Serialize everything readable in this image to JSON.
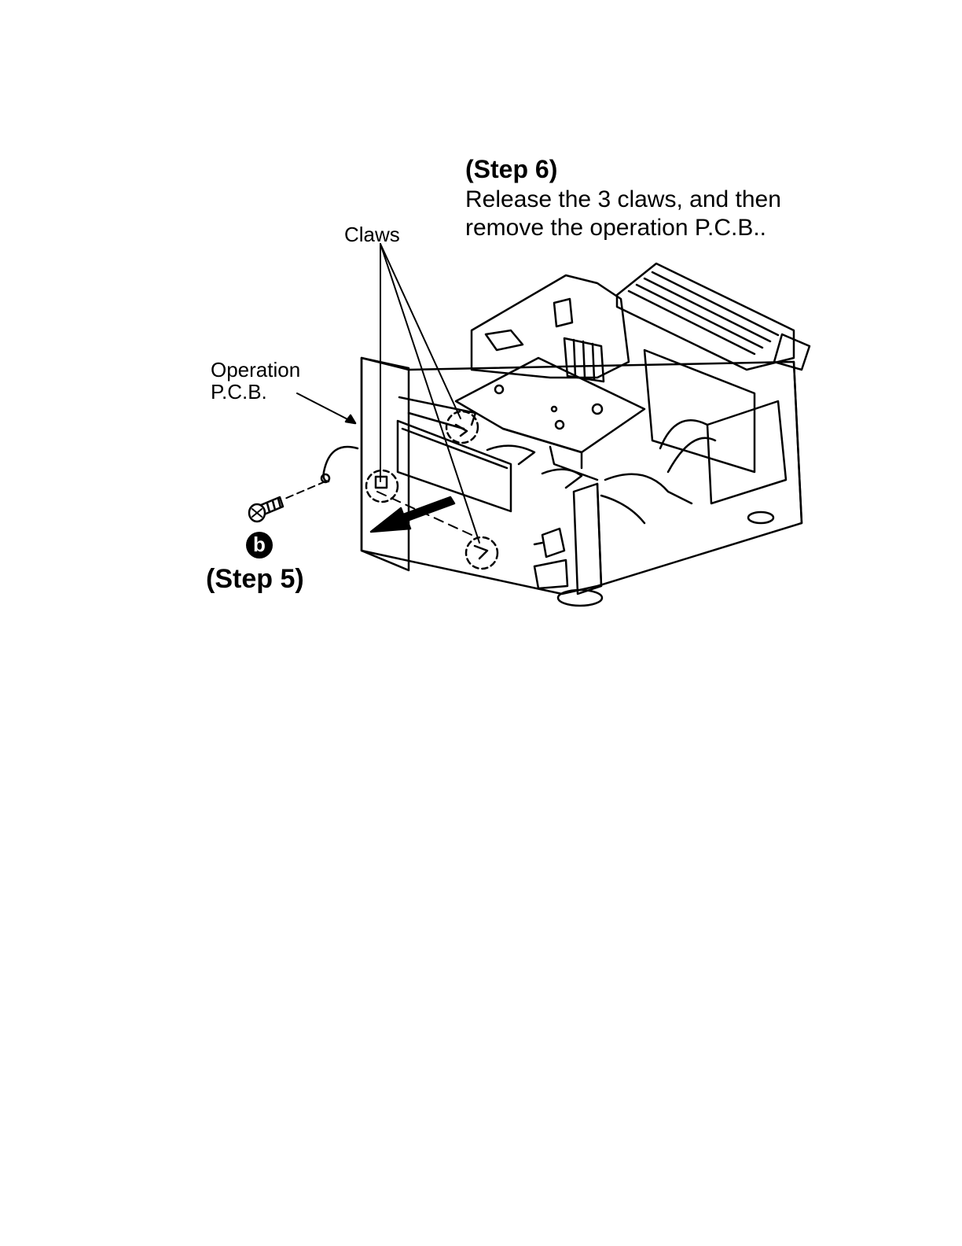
{
  "step6": {
    "heading": "(Step 6)",
    "body": "Release the 3 claws, and then\nremove the operation P.C.B.."
  },
  "labels": {
    "claws": "Claws",
    "operation_pcb": "Operation\nP.C.B."
  },
  "step5": {
    "marker": "b",
    "heading": "(Step 5)"
  }
}
